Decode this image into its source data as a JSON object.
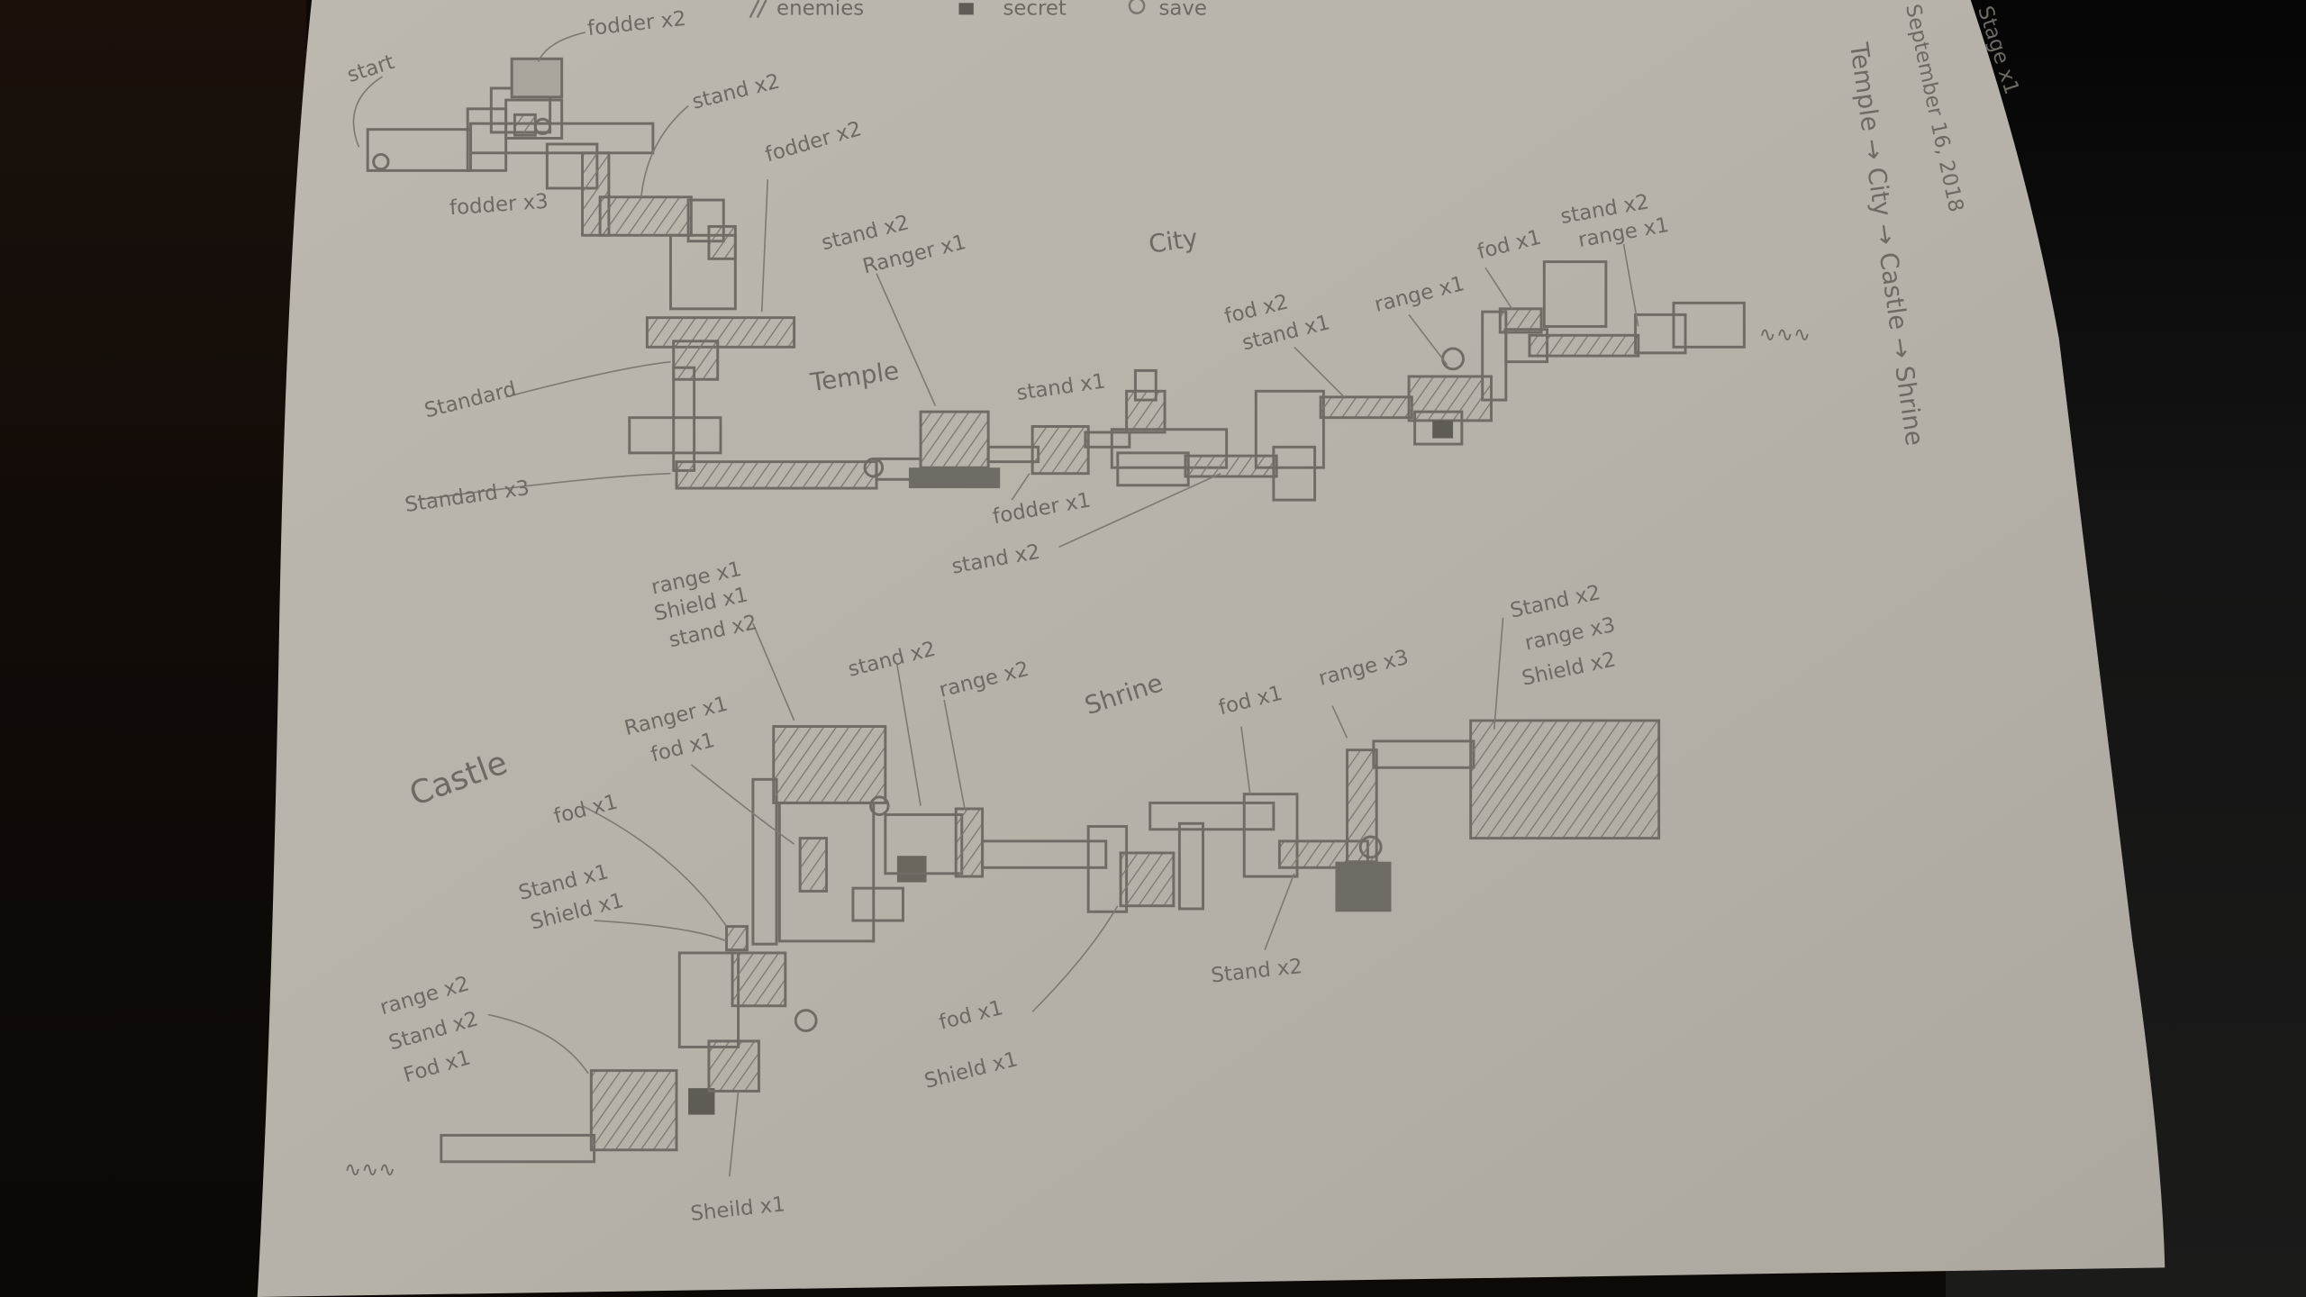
{
  "photo": {
    "subject": "Hand-drawn pencil level map on notebook paper",
    "paper_color": "#b9b5ac",
    "pencil_color": "#6d6a64",
    "background_left_color": "#160f0a",
    "background_right_color": "#1a1a19"
  },
  "legend": {
    "items": [
      {
        "icon": "hatch-icon",
        "label": "enemies"
      },
      {
        "icon": "solid-fill-icon",
        "label": "secret"
      },
      {
        "icon": "circle-icon",
        "label": "save"
      }
    ]
  },
  "header_notes": {
    "stage": "Stage x1",
    "date": "September 16, 2018",
    "route": "Temple → City → Castle → Shrine"
  },
  "sections": {
    "temple": "Temple",
    "city": "City",
    "castle": "Castle",
    "shrine": "Shrine"
  },
  "annotations": {
    "start": "start",
    "a01": "fodder x2",
    "a02": "stand x2",
    "a03": "fodder x3",
    "a04": "fodder x2",
    "a05a": "stand x2",
    "a05b": "Ranger x1",
    "a06": "Standard",
    "a07": "Standard x3",
    "a08": "stand x1",
    "a09": "fodder x1",
    "a10": "stand x2",
    "a11a": "fod x2",
    "a11b": "stand x1",
    "a12": "range x1",
    "a13": "fod x1",
    "a14a": "stand x2",
    "a14b": "range x1",
    "end_marker": "∿∿∿",
    "b01a": "range x1",
    "b01b": "Shield x1",
    "b01c": "stand x2",
    "b02": "stand x2",
    "b03": "range x2",
    "b04a": "Ranger x1",
    "b04b": "fod x1",
    "b05": "fod x1",
    "b06a": "Stand x1",
    "b06b": "Shield x1",
    "b07a": "range x2",
    "b07b": "Stand x2",
    "b07c": "Fod x1",
    "b08": "fod x1",
    "b09": "range x3",
    "b10a": "Stand x2",
    "b10b": "range x3",
    "b10c": "Shield x2",
    "b11a": "fod x1",
    "b11b": "Shield x1",
    "b12": "Stand x2",
    "b13": "Sheild x1",
    "start_marker": "∿∿∿"
  }
}
